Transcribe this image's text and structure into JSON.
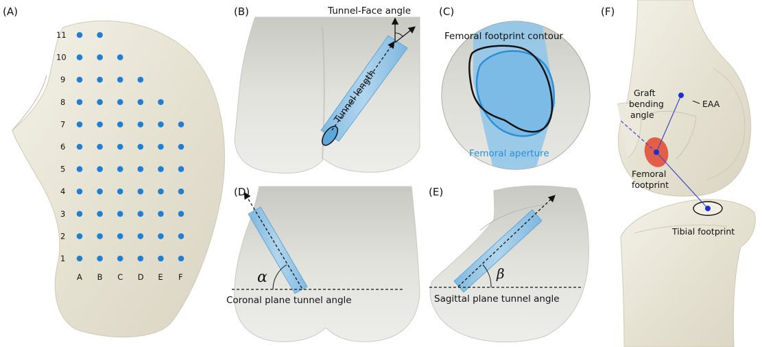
{
  "panels": {
    "A": "(A)",
    "B": "(B)",
    "C": "(C)",
    "D": "(D)",
    "E": "(E)",
    "F": "(F)"
  },
  "panel_a": {
    "rows": [
      "1",
      "2",
      "3",
      "4",
      "5",
      "6",
      "7",
      "8",
      "9",
      "10",
      "11"
    ],
    "cols": [
      "A",
      "B",
      "C",
      "D",
      "E",
      "F"
    ],
    "row_lengths": [
      6,
      6,
      6,
      6,
      6,
      6,
      6,
      5,
      4,
      3,
      2
    ],
    "dot_color": "#1e7fd3"
  },
  "panel_b": {
    "tunnel_face_angle": "Tunnel-Face angle",
    "tunnel_length": "Tunnel length"
  },
  "panel_c": {
    "contour": "Femoral footprint contour",
    "aperture": "Femoral aperture",
    "aperture_color": "#2a8fd6"
  },
  "panel_d": {
    "symbol": "α",
    "caption": "Coronal plane tunnel angle"
  },
  "panel_e": {
    "symbol": "β",
    "caption": "Sagittal plane tunnel angle"
  },
  "panel_f": {
    "graft_bending_angle": [
      "Graft",
      "bending",
      "angle"
    ],
    "eaa": "EAA",
    "femoral_footprint": [
      "Femoral",
      "footprint"
    ],
    "tibial_footprint": "Tibial footprint"
  },
  "colors": {
    "tunnel_blue": "#8ec5ea",
    "bone": "#e9e6d8",
    "footprint_red": "#e0503a",
    "marker_blue": "#1a2fd6"
  }
}
